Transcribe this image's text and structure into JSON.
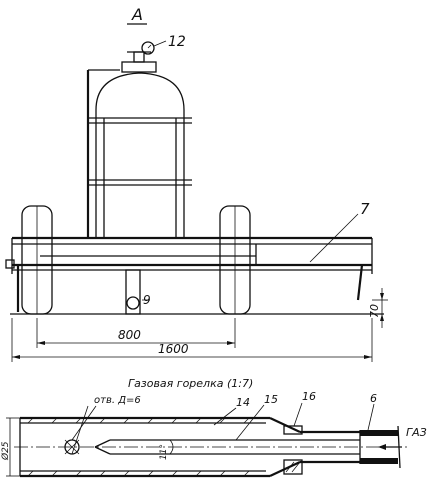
{
  "view_label": "А",
  "top_view": {
    "callouts": {
      "gauge": "12",
      "frame": "7",
      "wheel": "9"
    },
    "dimensions": {
      "overall_length": "1600",
      "wheel_base": "800",
      "ground_clearance": "70"
    }
  },
  "burner": {
    "title": "Газовая горелка (1:7)",
    "hole_note": "отв. Д=6",
    "diameter": "Ø25",
    "angle": "11°",
    "gas_label": "ГАЗ",
    "callouts": {
      "pipe": "14",
      "nozzle": "15",
      "coupling": "16",
      "hose": "6"
    }
  }
}
